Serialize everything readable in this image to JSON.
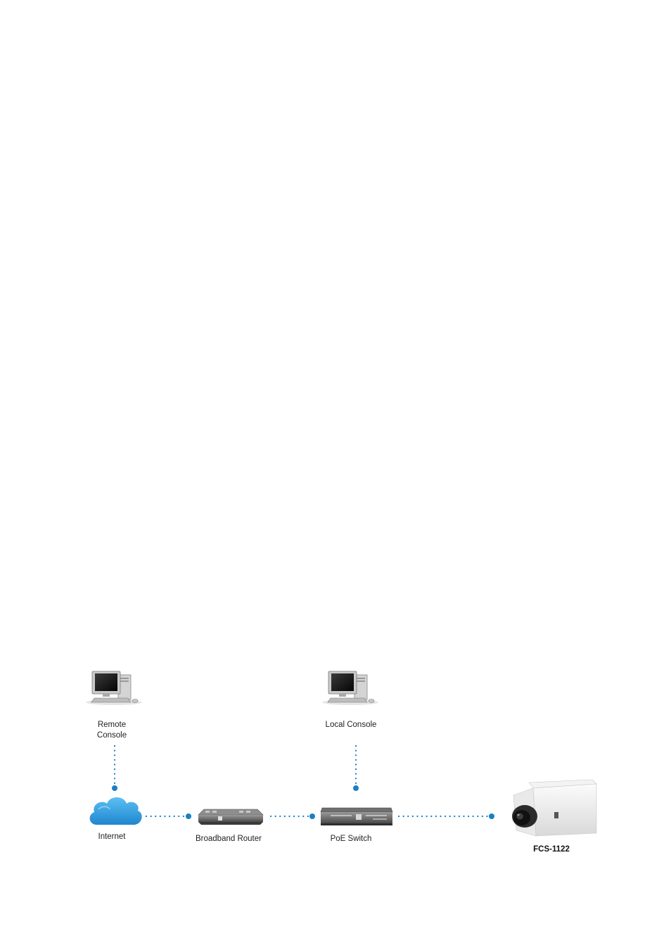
{
  "diagram": {
    "nodes": {
      "remote_console": {
        "label_line1": "Remote",
        "label_line2": "Console",
        "icon": "desktop-computer-icon"
      },
      "local_console": {
        "label": "Local Console",
        "icon": "desktop-computer-icon"
      },
      "internet": {
        "label": "Internet",
        "icon": "cloud-icon"
      },
      "router": {
        "label": "Broadband Router",
        "icon": "router-icon"
      },
      "switch": {
        "label": "PoE Switch",
        "icon": "switch-icon"
      },
      "camera": {
        "label": "FCS-1122",
        "icon": "box-camera-icon"
      }
    },
    "connections": [
      {
        "from": "Remote Console",
        "to": "Internet"
      },
      {
        "from": "Internet",
        "to": "Broadband Router"
      },
      {
        "from": "Broadband Router",
        "to": "PoE Switch"
      },
      {
        "from": "Local Console",
        "to": "PoE Switch"
      },
      {
        "from": "PoE Switch",
        "to": "FCS-1122"
      }
    ],
    "colors": {
      "connector": "#1a7fc4",
      "cloud": "#2f9ee0"
    }
  }
}
